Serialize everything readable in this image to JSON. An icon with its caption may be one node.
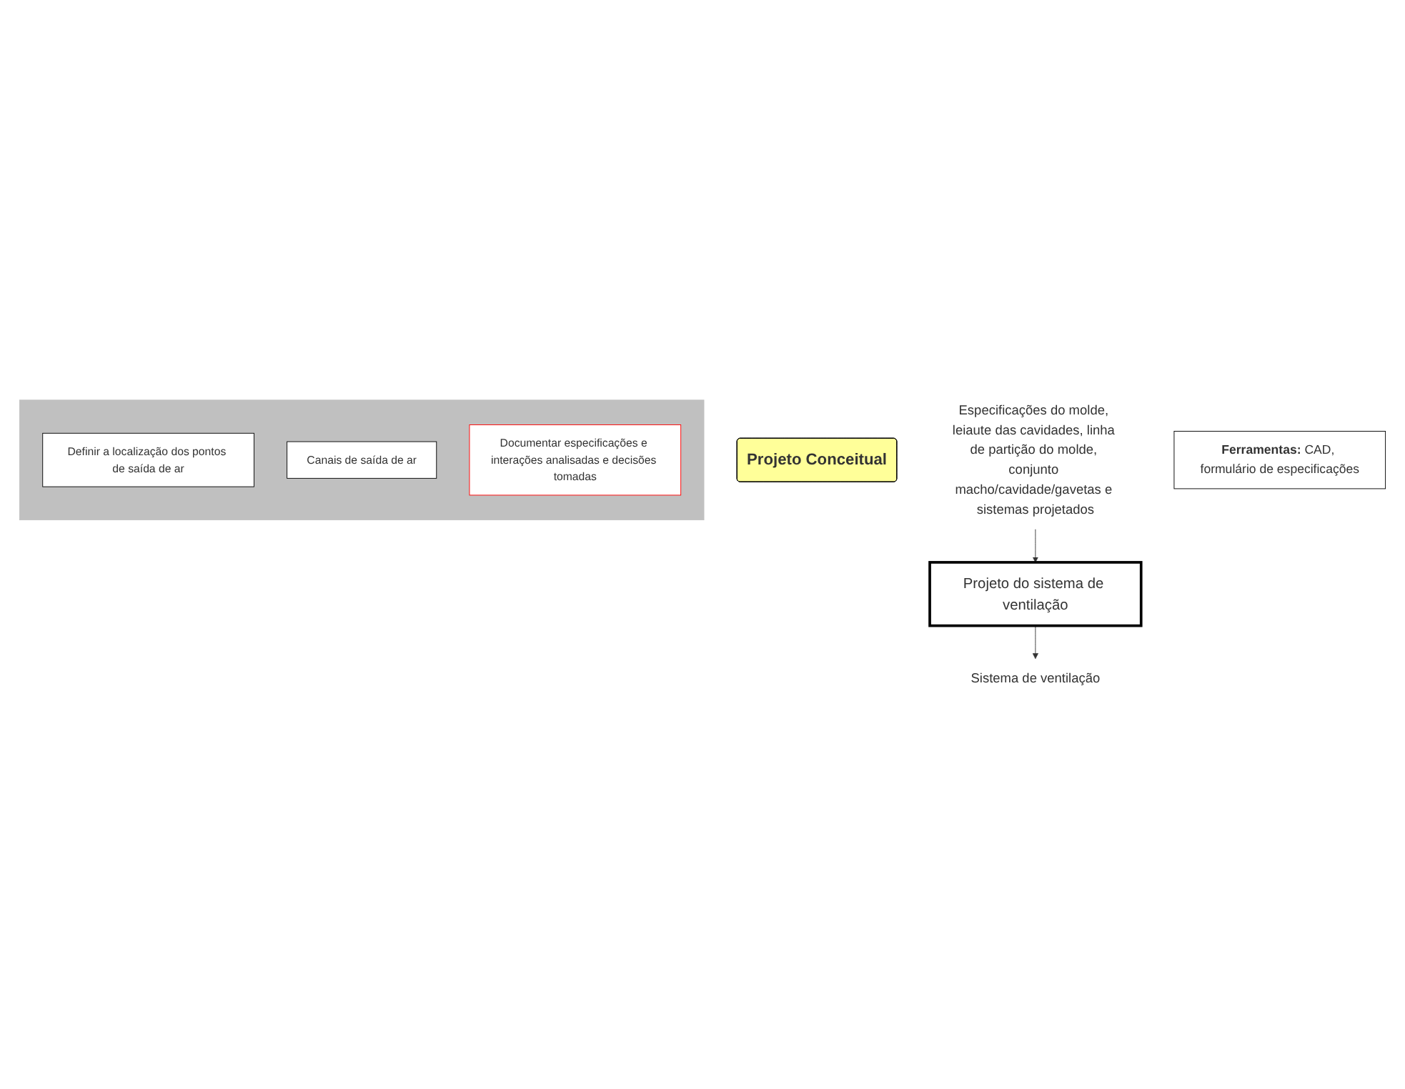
{
  "diagram": {
    "nodes": [
      {
        "text": [
          "Projeto Conceitual"
        ]
      },
      {
        "text": [
          "Especificações do molde, leiaute das cavidades, linha de partição do molde, conjunto macho/cavidade/gavetas e sistemas projetados"
        ]
      },
      {
        "text": [
          "Projeto do sistema de ventilação"
        ]
      },
      {
        "text": [
          "Sistema de ventilação"
        ]
      },
      {
        "text": [],
        "shape": "box"
      },
      {
        "text": [
          "Definir a localização dos pontos de saída de ar"
        ],
        "in": 4
      },
      {
        "text": [
          "Canais de saída de ar"
        ],
        "in": 4
      },
      {
        "text": [
          "Documentar especificações e interações analisadas e decisões tomadas"
        ],
        "in": 4
      },
      {
        "text": [
          "**Ferramentas:** CAD, formulário de especificações"
        ]
      }
    ],
    "edges": [
      {
        "from": 1,
        "to": 2,
        "arrow": "to"
      },
      {
        "from": 2,
        "to": 3,
        "arrow": "to"
      }
    ]
  }
}
